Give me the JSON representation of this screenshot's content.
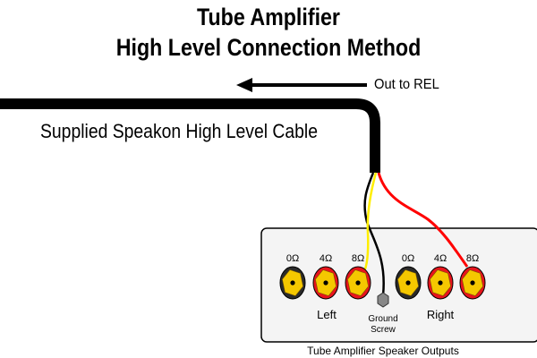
{
  "title": {
    "line1": "Tube Amplifier",
    "line2": "High Level Connection Method"
  },
  "direction_label": "Out to REL",
  "cable_label": "Supplied Speakon High Level Cable",
  "panel": {
    "caption": "Tube Amplifier Speaker Outputs",
    "left_label": "Left",
    "right_label": "Right",
    "ground_label_line1": "Ground",
    "ground_label_line2": "Screw",
    "terminals": [
      {
        "label": "0Ω",
        "ring": "black"
      },
      {
        "label": "4Ω",
        "ring": "red"
      },
      {
        "label": "8Ω",
        "ring": "red"
      },
      {
        "label": "0Ω",
        "ring": "black"
      },
      {
        "label": "4Ω",
        "ring": "red"
      },
      {
        "label": "8Ω",
        "ring": "red"
      }
    ]
  },
  "wires": [
    {
      "color_name": "yellow",
      "color": "#ffee00",
      "connects_to": "Left 8Ω"
    },
    {
      "color_name": "black",
      "color": "#000000",
      "connects_to": "Ground Screw"
    },
    {
      "color_name": "red",
      "color": "#ff0000",
      "connects_to": "Right 8Ω"
    }
  ],
  "colors": {
    "terminal_fill": "#f5c800",
    "ring_red": "#e8141c",
    "ring_black": "#2a2a2a",
    "ground_screw": "#808080"
  }
}
